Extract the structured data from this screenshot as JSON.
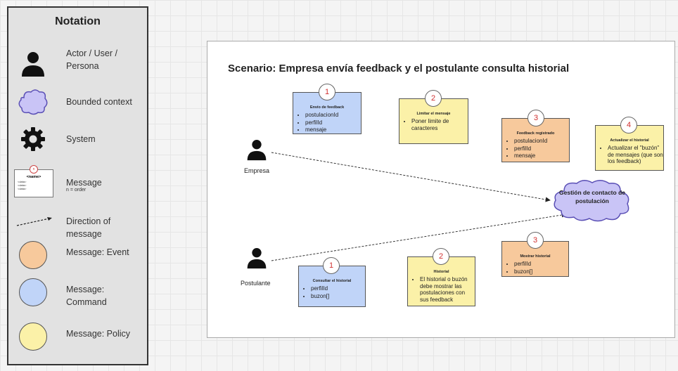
{
  "legend": {
    "title": "Notation",
    "items": [
      {
        "label": "Actor / User /\nPersona",
        "icon": "actor-icon"
      },
      {
        "label": "Bounded context",
        "icon": "cloud-icon"
      },
      {
        "label": "System",
        "icon": "gear-icon"
      },
      {
        "label": "Message",
        "sublabel": "n = order",
        "icon": "message-card-icon"
      },
      {
        "label": "Direction of message",
        "icon": "dashed-arrow-icon"
      },
      {
        "label": "Message: Event",
        "icon": "orange-circle-icon",
        "color": "#f7c99c"
      },
      {
        "label": "Message: Command",
        "icon": "blue-circle-icon",
        "color": "#c0d4f8"
      },
      {
        "label": "Message: Policy",
        "icon": "yellow-circle-icon",
        "color": "#fbf1a8"
      }
    ],
    "message_card": {
      "name": "<name>",
      "order": "n",
      "lines": [
        "<data>",
        "<data>",
        "<data>"
      ]
    }
  },
  "scenario": {
    "title": "Scenario: Empresa envía feedback y el postulante consulta historial"
  },
  "actors": {
    "empresa": "Empresa",
    "postulante": "Postulante"
  },
  "bounded_context": {
    "label": "Gestión de contacto de postulación",
    "color": "#c9c4f6"
  },
  "messages": [
    {
      "id": "m-envio",
      "type": "command",
      "order": "1",
      "title": "Envío de feedback",
      "items": [
        "postulacionId",
        "perfilId",
        "mensaje"
      ]
    },
    {
      "id": "m-limitar",
      "type": "policy",
      "order": "2",
      "title": "Limitar el mensaje",
      "items": [
        "Poner limite de caracteres"
      ]
    },
    {
      "id": "m-registrado",
      "type": "event",
      "order": "3",
      "title": "Feedback registrado",
      "items": [
        "postulacionId",
        "perfilId",
        "mensaje"
      ]
    },
    {
      "id": "m-actualizar",
      "type": "policy",
      "order": "4",
      "title": "Actualizar el historial",
      "items": [
        "Actualizar el \"buzón\" de mensajes (que son los feedback)"
      ]
    },
    {
      "id": "m-consultar",
      "type": "command",
      "order": "1",
      "title": "Consultar el historial",
      "items": [
        "perfilId",
        "buzon[]"
      ]
    },
    {
      "id": "m-historial",
      "type": "policy",
      "order": "2",
      "title": "Historial",
      "items": [
        "El historial o buzón debe mostrar las postulaciones con sus feedback"
      ]
    },
    {
      "id": "m-mostrar",
      "type": "event",
      "order": "3",
      "title": "Mostrar historial",
      "items": [
        "perfilId",
        "buzon[]"
      ]
    }
  ]
}
